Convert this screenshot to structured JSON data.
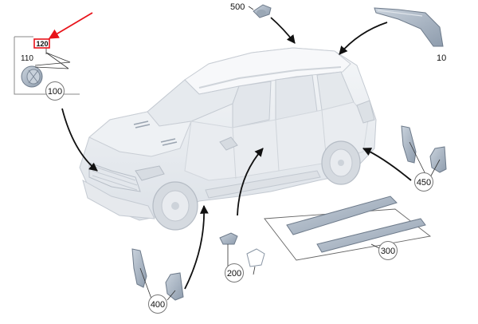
{
  "diagram": {
    "callouts": {
      "c500": "500",
      "c10": "10",
      "c110": "110",
      "c120": "120",
      "c100": "100",
      "c450": "450",
      "c300": "300",
      "c200": "200",
      "c400": "400"
    },
    "colors": {
      "body": "#eef0f3",
      "body_shade": "#dfe3e8",
      "body_edge": "#c4cad2",
      "part_blue": "#a9b5c3",
      "arrow": "#111111",
      "highlight": "#e8131a"
    }
  }
}
